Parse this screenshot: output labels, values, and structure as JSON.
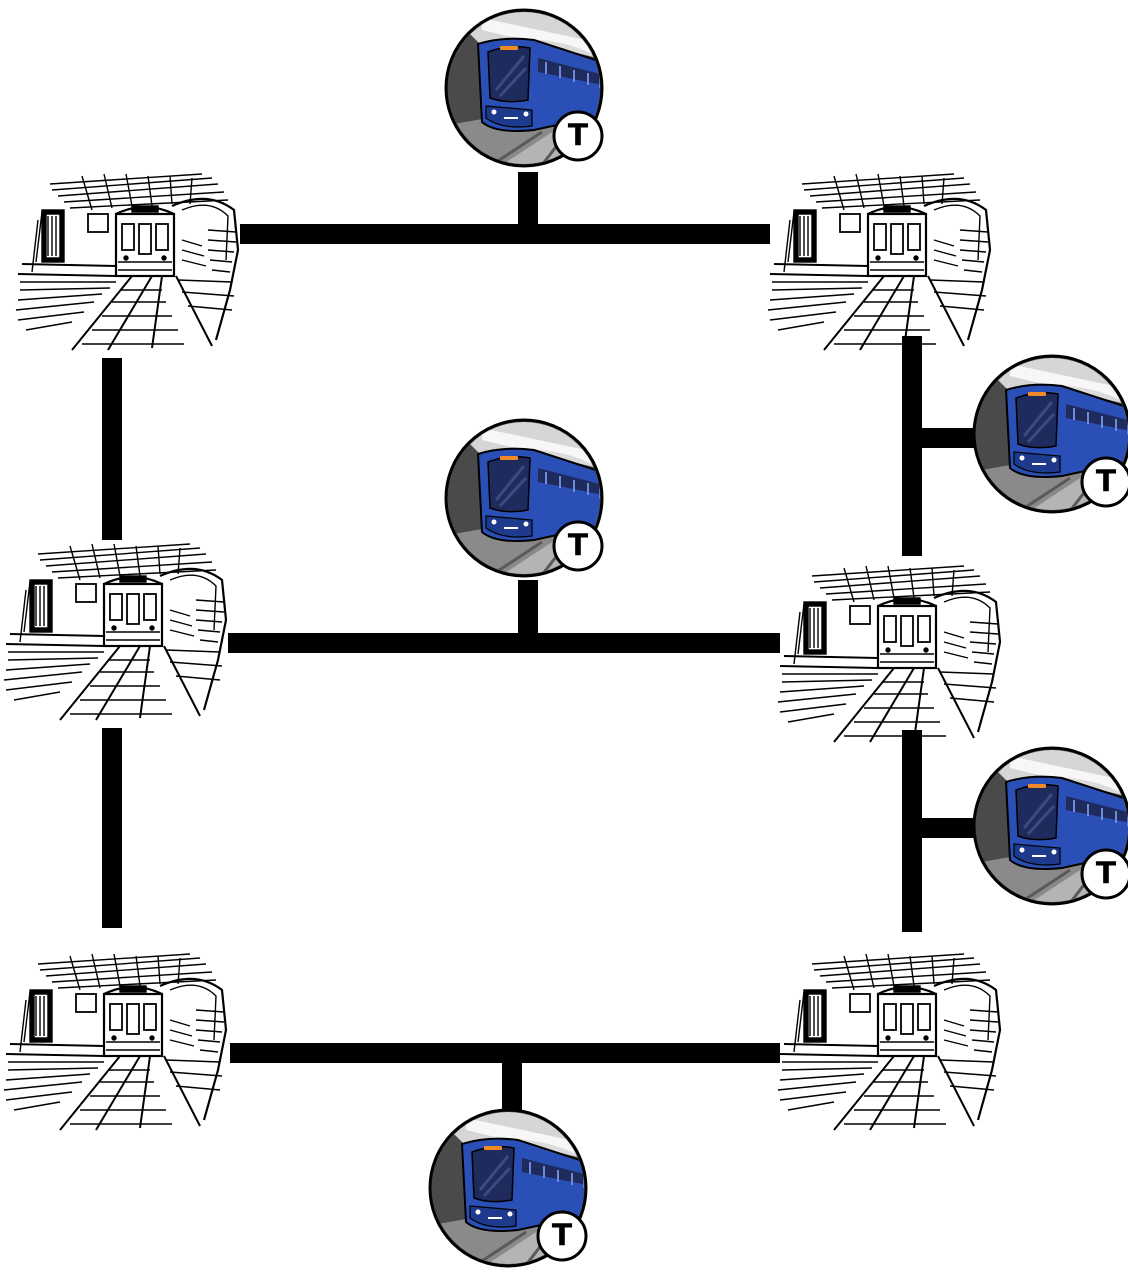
{
  "diagram": {
    "stations": [
      {
        "id": "s1",
        "icon": "station-platform-icon"
      },
      {
        "id": "s2",
        "icon": "station-platform-icon"
      },
      {
        "id": "s3",
        "icon": "station-platform-icon"
      },
      {
        "id": "s4",
        "icon": "station-platform-icon"
      },
      {
        "id": "s5",
        "icon": "station-platform-icon"
      },
      {
        "id": "s6",
        "icon": "station-platform-icon"
      }
    ],
    "trains": [
      {
        "id": "t1",
        "icon": "metro-train-icon",
        "badge": "T"
      },
      {
        "id": "t2",
        "icon": "metro-train-icon",
        "badge": "T"
      },
      {
        "id": "t3",
        "icon": "metro-train-icon",
        "badge": "T"
      },
      {
        "id": "t4",
        "icon": "metro-train-icon",
        "badge": "T"
      },
      {
        "id": "t5",
        "icon": "metro-train-icon",
        "badge": "T"
      }
    ],
    "colors": {
      "track": "#000000",
      "train_body": "#2a50b8",
      "train_window": "#1f2b5c",
      "train_headlight": "#f08a24",
      "tunnel_light": "#d6d6d6",
      "tunnel_dark": "#4a4a4a",
      "badge_bg": "#ffffff",
      "badge_text": "#000000"
    }
  }
}
